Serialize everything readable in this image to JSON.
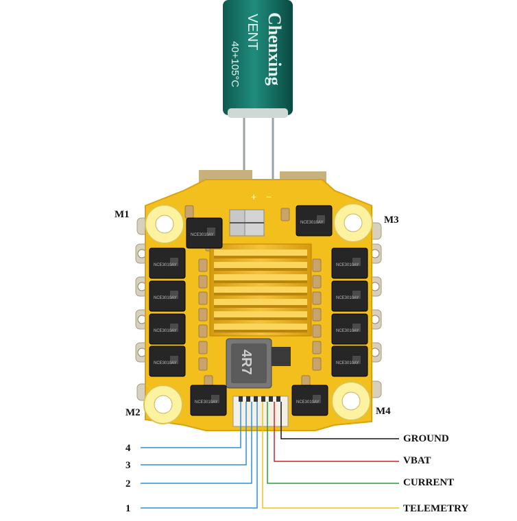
{
  "capacitor": {
    "brand": "Chenxing",
    "vent_text": "VENT",
    "rating_text": "40+105°C"
  },
  "board": {
    "polarity_plus": "+",
    "polarity_minus": "−",
    "inductor_code": "4R7",
    "mosfet_code": "NCE3010AY",
    "colors": {
      "pcb": "#f3bf1c",
      "pad": "#fdf2a0",
      "heatsink": "#e9a910",
      "chip": "#262626"
    }
  },
  "motors": [
    "M1",
    "M2",
    "M3",
    "M4"
  ],
  "signals_left": [
    "4",
    "3",
    "2",
    "1"
  ],
  "wires_right": [
    {
      "label": "GROUND",
      "color": "#111111"
    },
    {
      "label": "VBAT",
      "color": "#d22020"
    },
    {
      "label": "CURRENT",
      "color": "#2a9a3a"
    },
    {
      "label": "TELEMETRY",
      "color": "#e8c51a"
    }
  ],
  "signal_wire_color": "#2a8fd6"
}
